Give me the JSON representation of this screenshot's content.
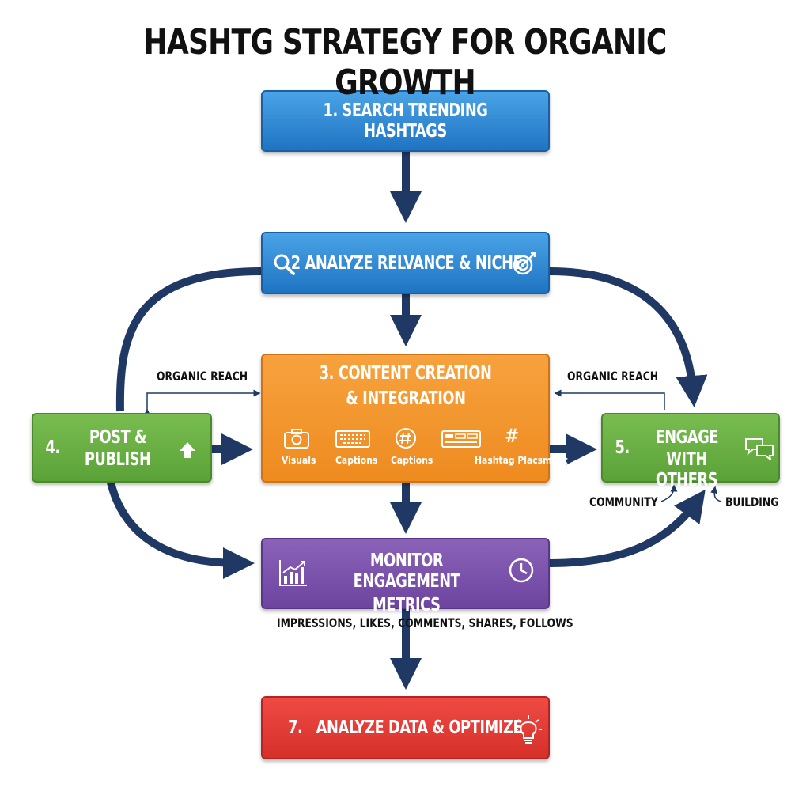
{
  "title": "HASHTG STRATEGY FOR ORGANIC GROWTH",
  "steps": {
    "search": "1. SEARCH TRENDING HASHTAGS",
    "analyze": "2 ANALYZE RELVANCE & NICHE",
    "content_line1": "3. CONTENT CREATION",
    "content_line2": "& INTEGRATION",
    "post_num": "4.",
    "post_line1": "POST &",
    "post_line2": "PUBLISH",
    "engage_num": "5.",
    "engage_line1": "ENGAGE",
    "engage_line2": "WITH OTHERS",
    "monitor_line1": "MONITOR ENGAGEMENT",
    "monitor_line2": "METRICS",
    "optimize": "7.   ANALYZE DATA & OPTIMIZE"
  },
  "content_items": [
    "Visuals",
    "Captions",
    "Captions",
    "Hashtag Placsment"
  ],
  "labels": {
    "organic_left": "ORGANIC REACH",
    "organic_right": "ORGANIC REACH",
    "community": "COMMUNITY",
    "building": "BUILDING",
    "metrics_list": "IMPRESSIONS, LIKES, COMMENTS, SHARES, FOLLOWS"
  },
  "colors": {
    "arrow": "#1f3864",
    "blue": "#2b87d3",
    "orange": "#f0922a",
    "green": "#66ac43",
    "purple": "#7a51ab",
    "red": "#e03a35"
  },
  "icons": [
    "search-icon",
    "target-icon",
    "camera-icon",
    "keyboard-icon",
    "hashtag-icon",
    "layout-icon",
    "upload-arrow-icon",
    "chat-icon",
    "chart-icon",
    "clock-icon",
    "lightbulb-icon"
  ]
}
